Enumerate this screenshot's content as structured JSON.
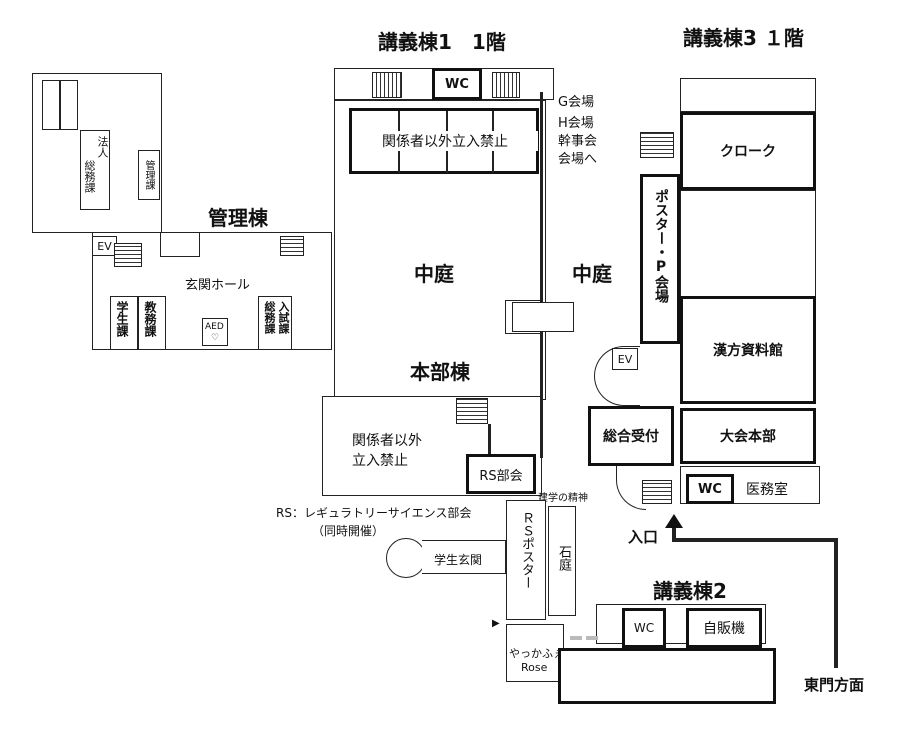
{
  "titles": {
    "lecture1": "講義棟1　1階",
    "lecture3": "講義棟3 １階",
    "admin": "管理棟",
    "lecture2": "講義棟2"
  },
  "rooms": {
    "wc_top": "WC",
    "restricted_top": "関係者以外立入禁止",
    "courtyard_left": "中庭",
    "courtyard_right": "中庭",
    "honbu": "本部棟",
    "restricted_bottom_1": "関係者以外",
    "restricted_bottom_2": "立入禁止",
    "rs_bukai": "RS部会",
    "rs_note_1": "RS：レギュラトリーサイエンス部会",
    "rs_note_2": "（同時開催）",
    "kengaku": "建学の精神",
    "rs_poster": "ＲＳポスター",
    "ishiniwa": "石庭",
    "gakusei_genkan": "学生玄関",
    "yakkafu": "やっかふぇ",
    "rose": "Rose",
    "wc_lecture2": "WC",
    "jihanki": "自販機",
    "higashimon": "東門方面",
    "iriguchi": "入口",
    "sogo_uketsuke": "総合受付",
    "wc_right": "WC",
    "imushitsu": "医務室",
    "taikai_honbu": "大会本部",
    "kanpo": "漢方資料館",
    "poster_p": "ポスター・P会場",
    "cloak": "クローク",
    "ev_right": "EV",
    "ev_left": "EV",
    "g_h_1": "G会場",
    "g_h_2": "H会場",
    "g_h_3": "幹事会",
    "g_h_4": "会場へ",
    "genkan_hall": "玄関ホール",
    "gakuseika": "学生課",
    "kyomuka": "教務課",
    "aed": "AED",
    "soumu_nyushi_1": "入試課",
    "soumu_nyushi_2": "総務課",
    "hojin_soumu_1": "法人",
    "hojin_soumu_2": "総務課",
    "kanri_ka": "管理課"
  }
}
